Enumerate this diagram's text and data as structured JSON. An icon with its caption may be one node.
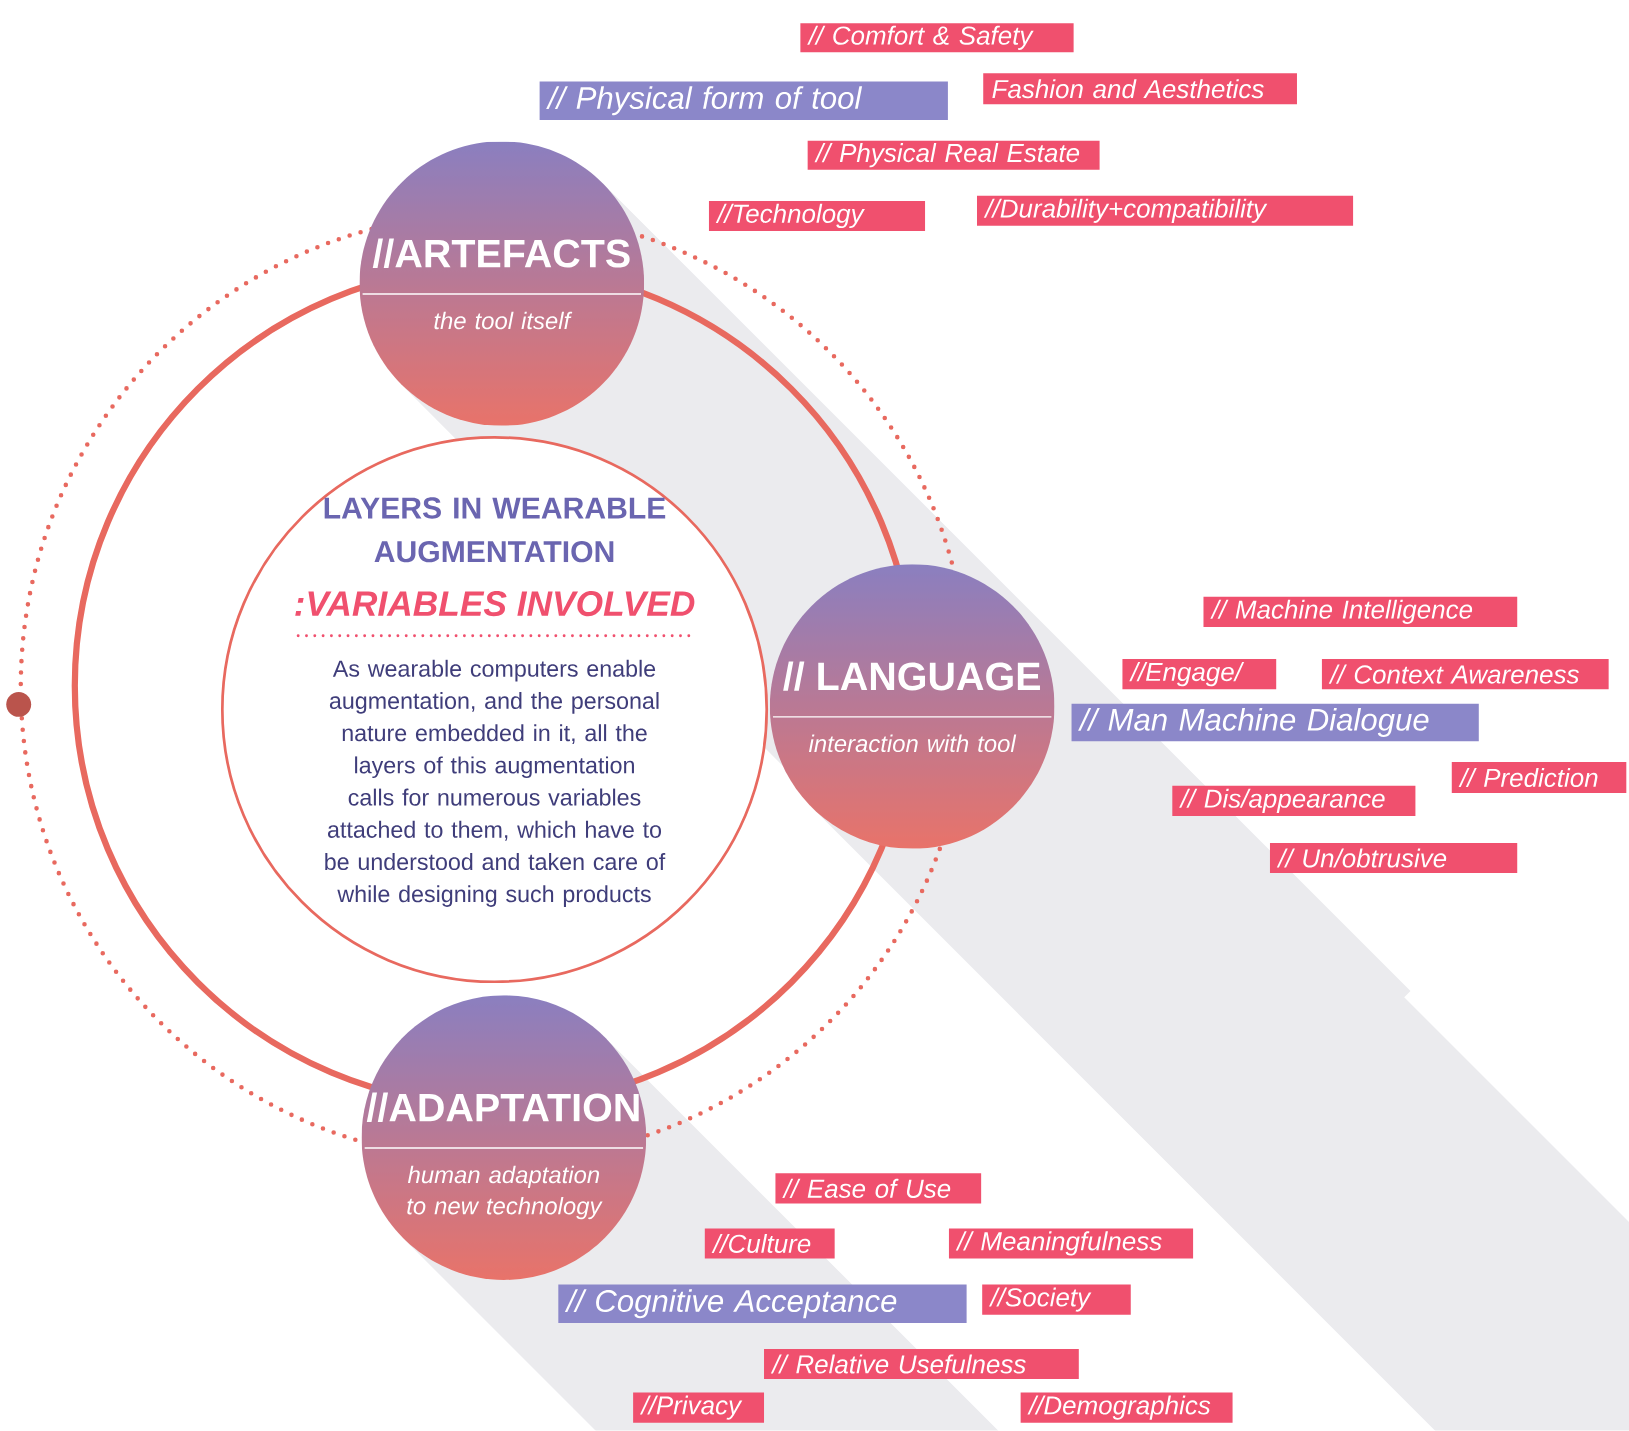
{
  "diagram": {
    "nodes": [
      {
        "text": [
          "// Comfort & Safety"
        ]
      },
      {
        "text": [
          "// Physical form of tool"
        ]
      },
      {
        "text": [
          "Fashion and Aesthetics"
        ]
      },
      {
        "text": [
          "// Physical Real Estate"
        ]
      },
      {
        "text": [
          "//Technology"
        ]
      },
      {
        "text": [
          "//Durability+compatibility"
        ]
      },
      {
        "text": [
          "//ARTEFACTS",
          "the tool itself"
        ]
      },
      {
        "text": [
          "LAYERS IN WEARABLE AUGMENTATION",
          ":VARIABLES INVOLVED",
          "As wearable computers enable augmentation, and the personal nature embedded in it, all the layers of this augmentation calls for numerous variables attached to them, which have to be understood and taken care of while designing such products"
        ]
      },
      {
        "text": [
          "// Machine Intelligence"
        ]
      },
      {
        "text": [
          "//Engage/"
        ]
      },
      {
        "text": [
          "// Context Awareness"
        ]
      },
      {
        "text": [
          "// LANGUAGE",
          "interaction with tool"
        ]
      },
      {
        "text": [
          "// Man Machine Dialogue"
        ]
      },
      {
        "text": [
          "// Prediction"
        ]
      },
      {
        "text": [
          "// Dis/appearance"
        ]
      },
      {
        "text": [
          "// Un/obtrusive"
        ]
      },
      {
        "text": [
          "//ADAPTATION",
          "human adaptation to new technology"
        ]
      },
      {
        "text": [
          "// Ease of Use"
        ]
      },
      {
        "text": [
          "//Culture"
        ]
      },
      {
        "text": [
          "// Meaningfulness"
        ]
      },
      {
        "text": [
          "// Cognitive Acceptance"
        ]
      },
      {
        "text": [
          "//Society"
        ]
      },
      {
        "text": [
          "// Relative Usefulness"
        ]
      },
      {
        "text": [
          "//Privacy"
        ]
      },
      {
        "text": [
          "//Demographics"
        ]
      }
    ]
  }
}
